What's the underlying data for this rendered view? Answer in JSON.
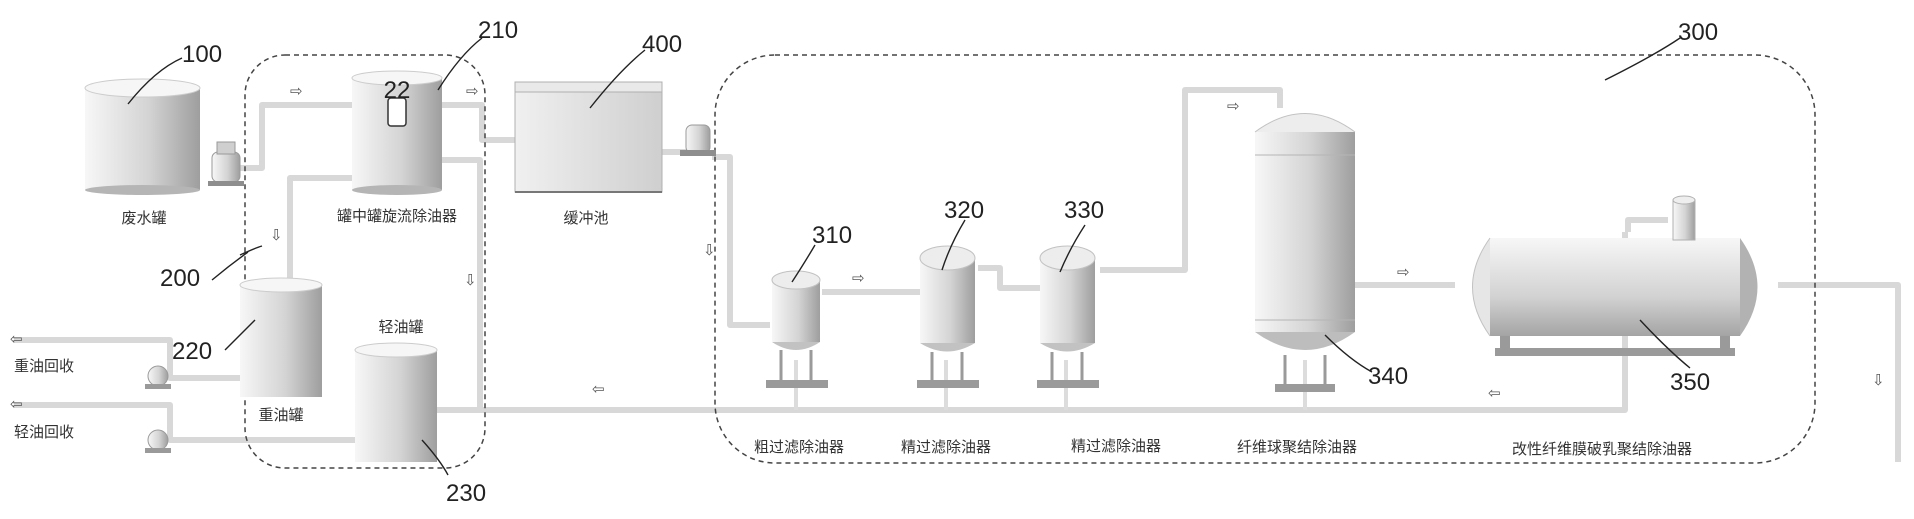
{
  "numbers": {
    "n100": "100",
    "n200": "200",
    "n210": "210",
    "n220": "220",
    "n230": "230",
    "n300": "300",
    "n310": "310",
    "n320": "320",
    "n330": "330",
    "n340": "340",
    "n350": "350",
    "n400": "400"
  },
  "labels": {
    "waste_tank": "废水罐",
    "in_tank_cyclone": "罐中罐旋流除油器",
    "buffer_pool": "缓冲池",
    "heavy_oil_tank": "重油罐",
    "light_oil_tank": "轻油罐",
    "heavy_oil_recovery": "重油回收",
    "light_oil_recovery": "轻油回收",
    "coarse_filter": "粗过滤除油器",
    "fine_filter_1": "精过滤除油器",
    "fine_filter_2": "精过滤除油器",
    "fiber_ball": "纤维球聚结除油器",
    "modified_fiber": "改性纤维膜破乳聚结除油器"
  },
  "tank_badge": "22",
  "flow_arrow_glyphs": {
    "right": "⇨",
    "left": "⇦",
    "down": "⇩"
  },
  "colors": {
    "pipe": "#d9d9d9",
    "equipment_light": "#f4f4f4",
    "equipment_dark": "#a9a9a9",
    "dashed_box": "#444444"
  }
}
